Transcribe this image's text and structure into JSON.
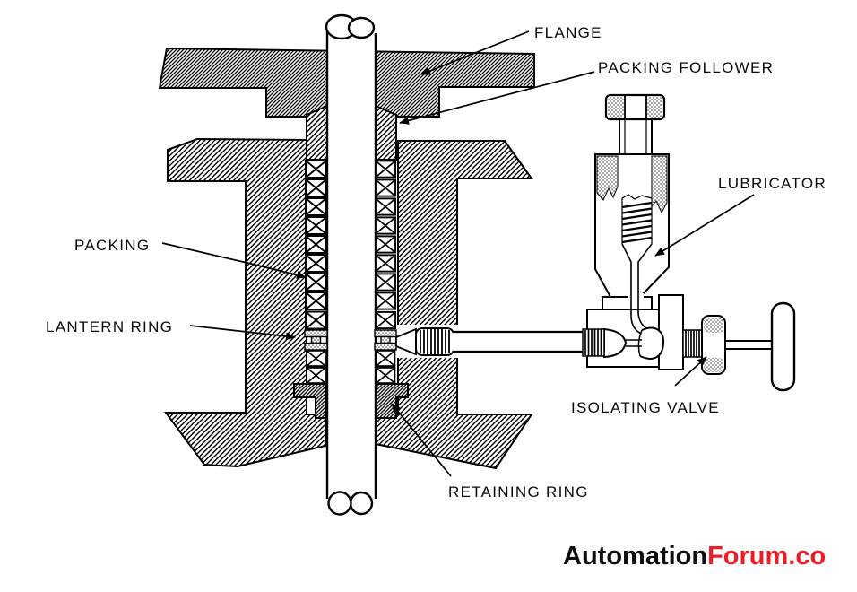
{
  "diagram": {
    "labels": {
      "flange": "FLANGE",
      "packing_follower": "PACKING FOLLOWER",
      "lubricator": "LUBRICATOR",
      "packing": "PACKING",
      "lantern_ring": "LANTERN RING",
      "isolating_valve": "ISOLATING VALVE",
      "retaining_ring": "RETAINING RING"
    },
    "colors": {
      "ink": "#000000",
      "background": "#ffffff",
      "watermark_primary": "#0d0d12",
      "watermark_accent": "#ee1c25"
    }
  },
  "watermark": {
    "part1": "Automation",
    "part2": "Forum.co"
  }
}
